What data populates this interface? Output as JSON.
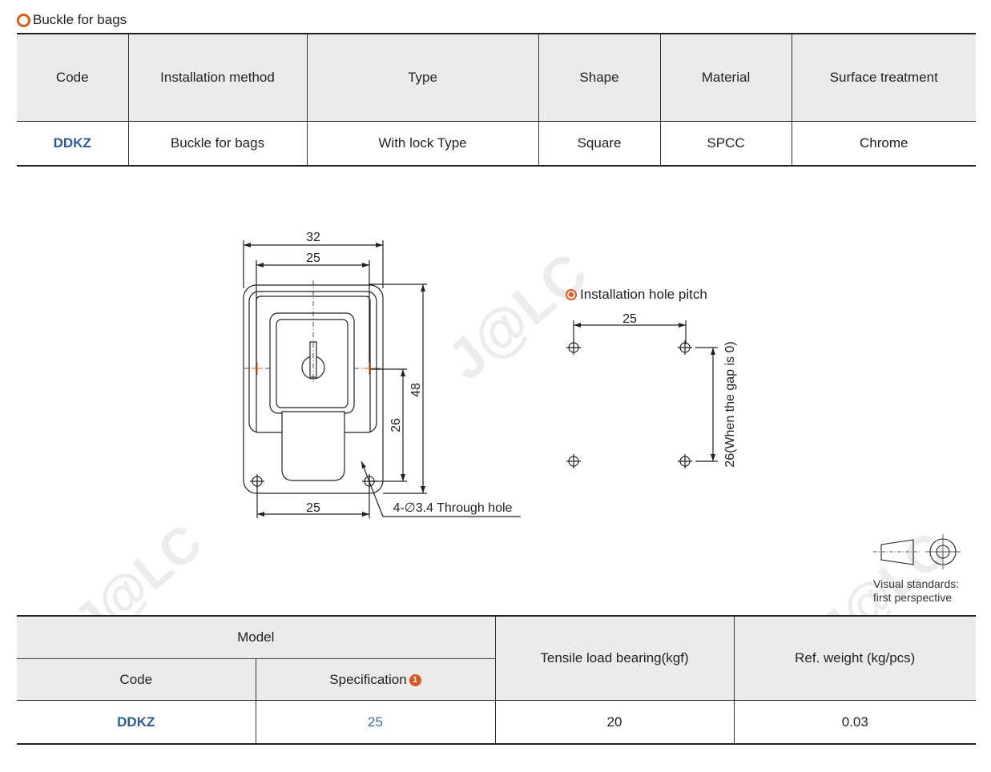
{
  "section_title": "Buckle for bags",
  "spec_table": {
    "headers": [
      "Code",
      "Installation method",
      "Type",
      "Shape",
      "Material",
      "Surface treatment"
    ],
    "row": [
      "DDKZ",
      "Buckle for bags",
      "With lock Type",
      "Square",
      "SPCC",
      "Chrome"
    ]
  },
  "drawing": {
    "dim_overall_width": "32",
    "dim_inner_width": "25",
    "dim_bottom_width": "25",
    "dim_height": "48",
    "dim_hole_height": "26",
    "hole_callout": "4-∅3.4 Through hole"
  },
  "pitch": {
    "title": "Installation hole pitch",
    "dim_horizontal": "25",
    "dim_vertical": "26(When the gap is 0)"
  },
  "watermark": "J@LC",
  "visual_standards": {
    "line1": "Visual standards:",
    "line2": "first perspective"
  },
  "model_table": {
    "group_header": "Model",
    "sub_headers": [
      "Code",
      "Specification"
    ],
    "spec_badge": "1",
    "col_load": "Tensile load bearing(kgf)",
    "col_weight": "Ref. weight (kg/pcs)",
    "row": {
      "code": "DDKZ",
      "spec": "25",
      "load": "20",
      "weight": "0.03"
    }
  },
  "colors": {
    "accent": "#e05a1b",
    "code_blue": "#2b5b8e",
    "header_bg": "#ebebeb"
  }
}
